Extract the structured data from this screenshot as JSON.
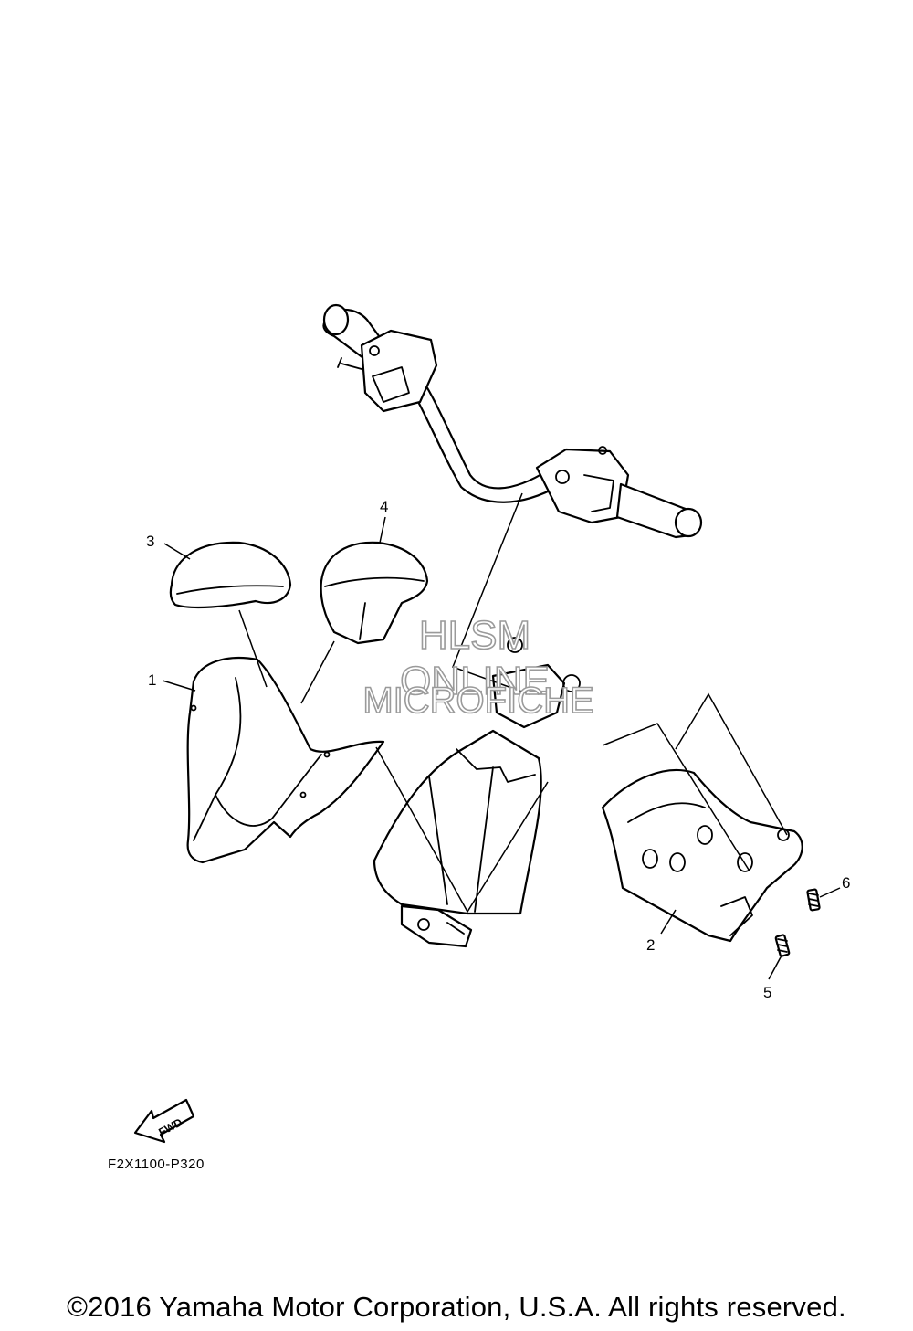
{
  "callouts": {
    "p1": "1",
    "p2": "2",
    "p3": "3",
    "p4": "4",
    "p5": "5",
    "p6": "6"
  },
  "watermark": {
    "line1": "HLSM",
    "line2": "ONLINE",
    "line3": "MICROFICHE"
  },
  "fwd_label": "FWD",
  "diagram_code": "F2X1100-P320",
  "copyright": "©2016 Yamaha Motor Corporation, U.S.A. All rights reserved."
}
